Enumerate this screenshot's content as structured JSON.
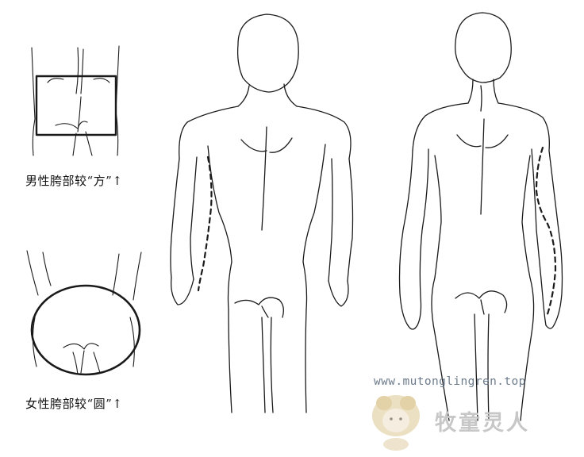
{
  "captions": {
    "male": "男性胯部较“方”↑",
    "female": "女性胯部较“圆”↑"
  },
  "watermark": {
    "url": "www.mutonglingren.top",
    "brand": "牧童灵人"
  },
  "colors": {
    "line": "#1a1a1a",
    "watermark_text": "#6d7c8c",
    "brand_text": "#c7c7c7",
    "mascot": "#e8d9b0"
  }
}
